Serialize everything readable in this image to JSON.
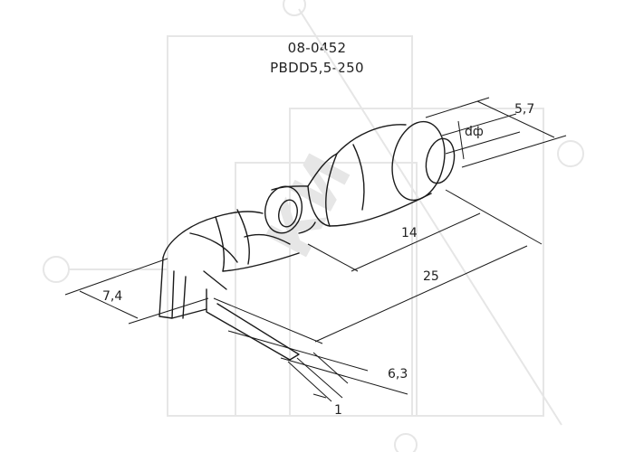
{
  "part": {
    "code": "08-0452",
    "model": "PBDD5,5-250"
  },
  "dimensions": {
    "d_phi": "dф",
    "w_5_7": "5,7",
    "len_14": "14",
    "len_25": "25",
    "w_7_4": "7,4",
    "w_6_3": "6,3",
    "t_1": "1"
  },
  "colors": {
    "line": "#1a1a1a",
    "watermark": "#e6e6e6"
  },
  "watermark": {
    "text": "КИ"
  }
}
